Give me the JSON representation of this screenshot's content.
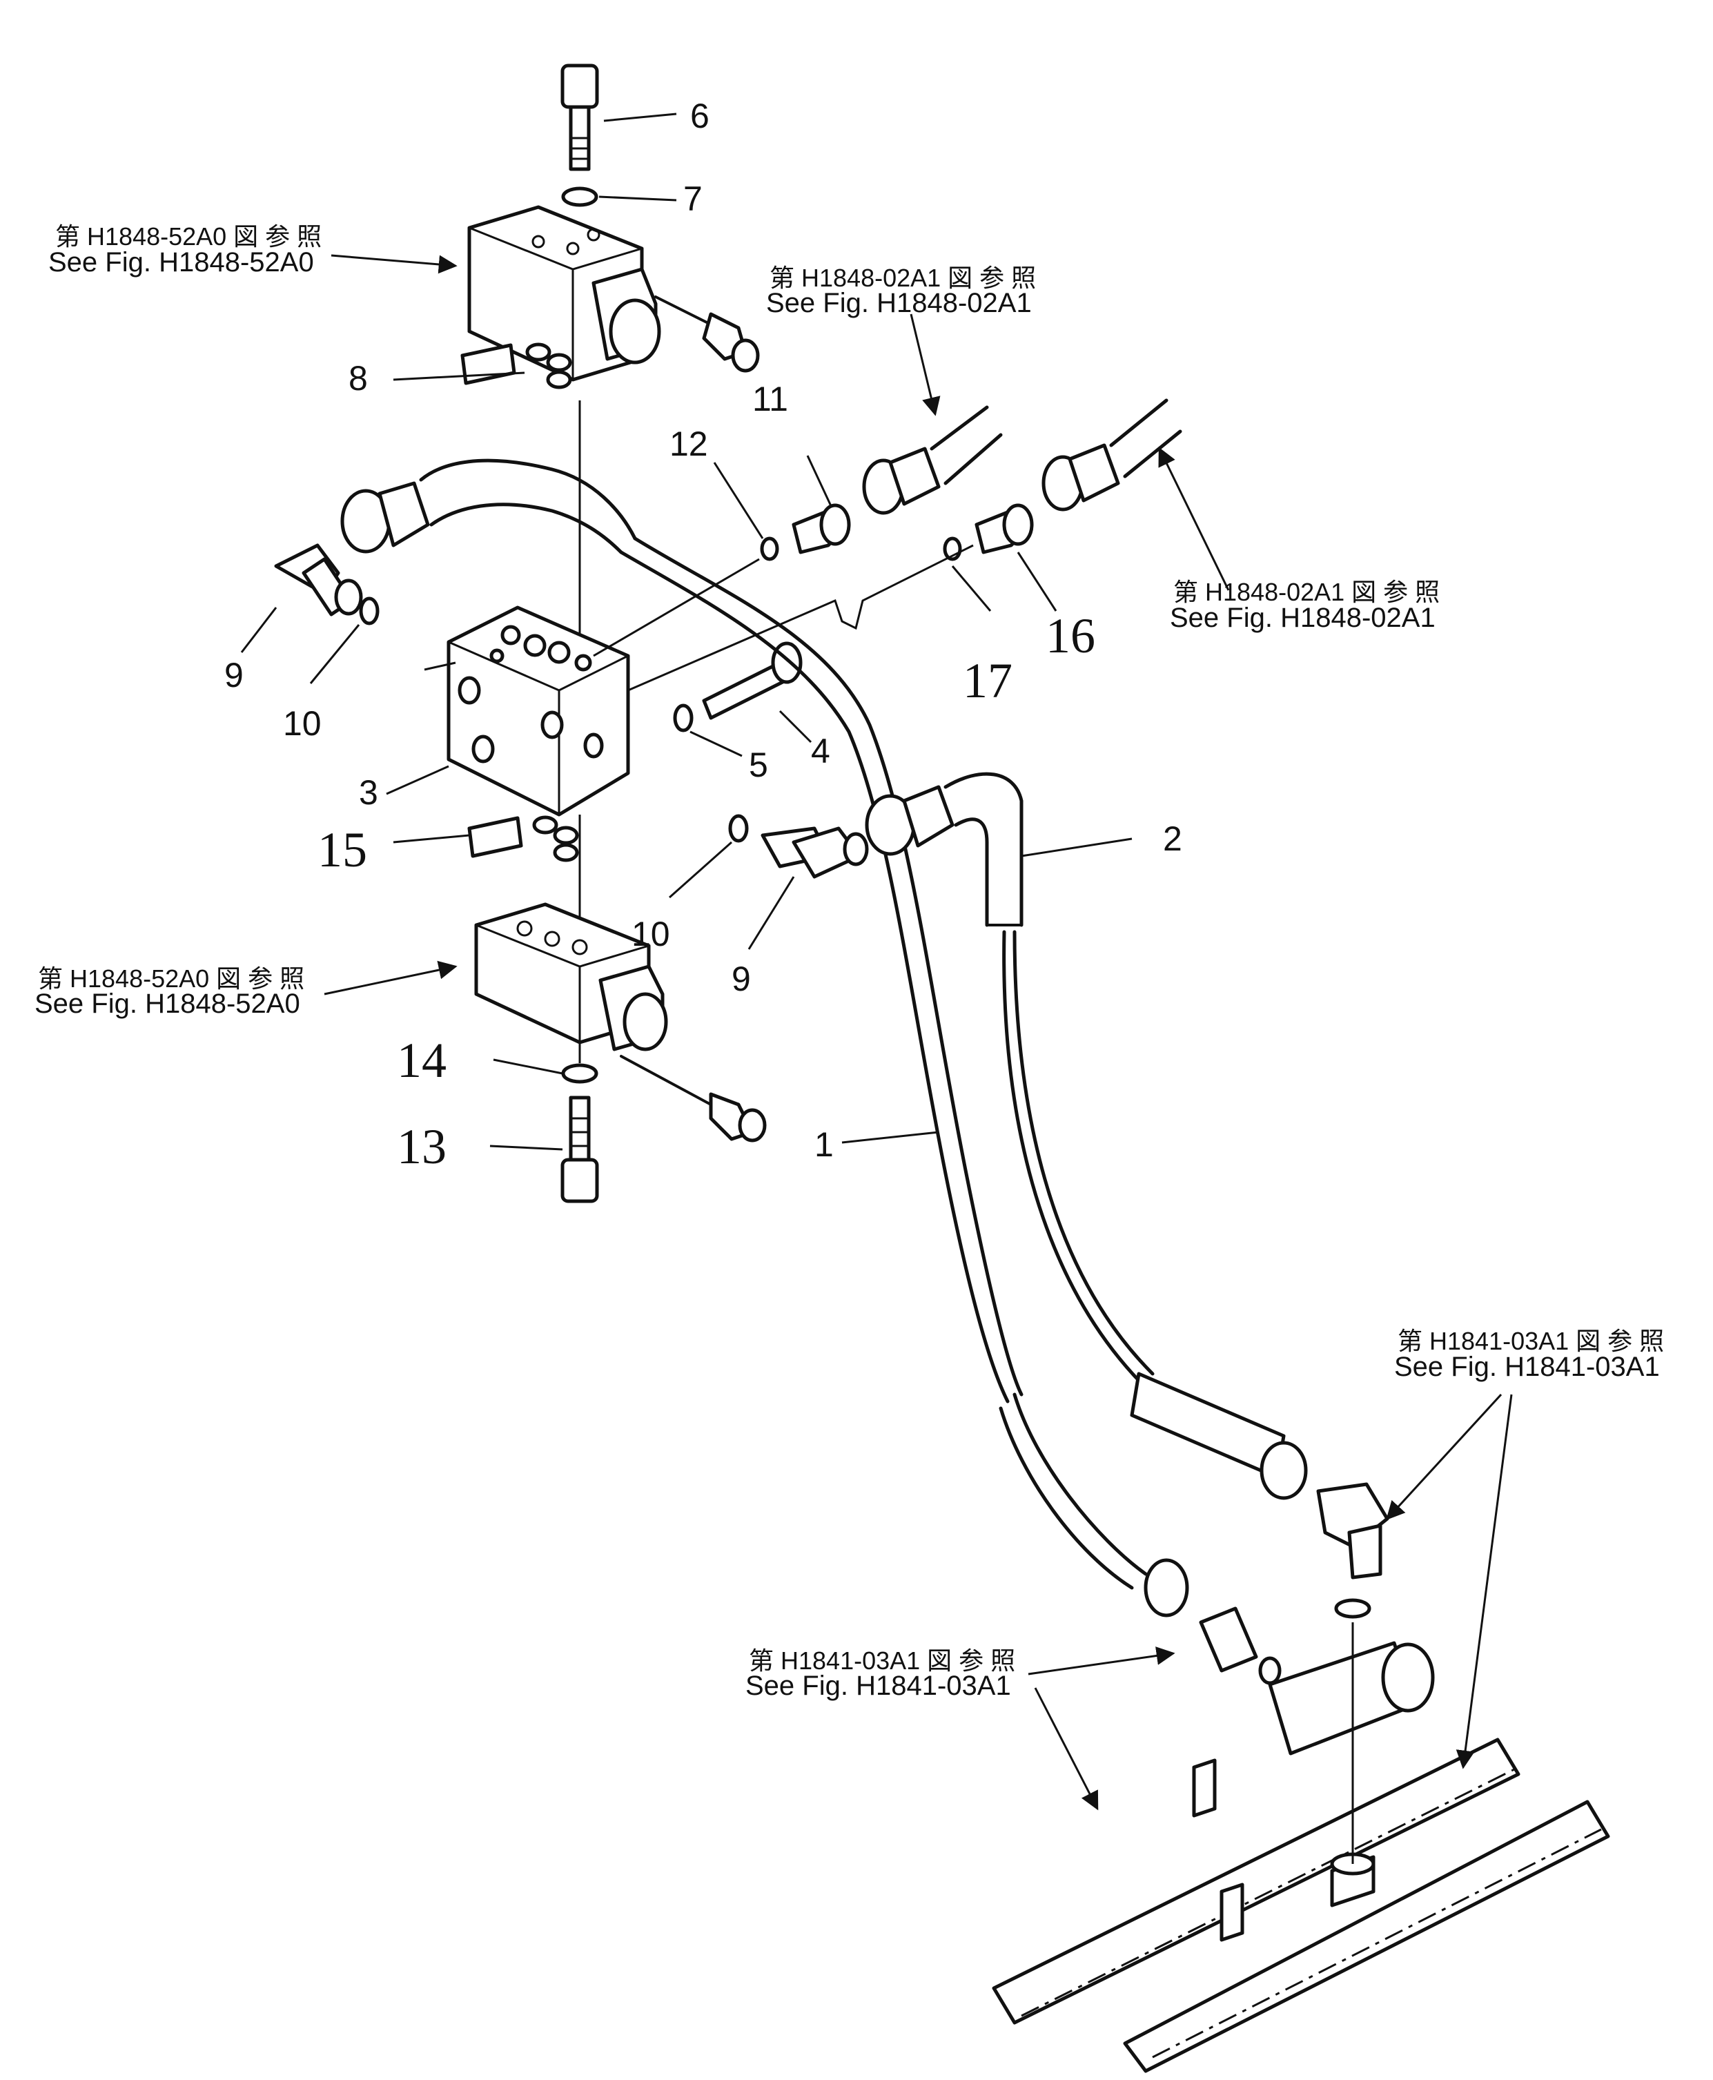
{
  "callouts": {
    "c1": "1",
    "c2": "2",
    "c3": "3",
    "c4": "4",
    "c5": "5",
    "c6": "6",
    "c7": "7",
    "c8": "8",
    "c9a": "9",
    "c9b": "9",
    "c10a": "10",
    "c10b": "10",
    "c11": "11",
    "c12": "12",
    "c13": "13",
    "c14": "14",
    "c15": "15",
    "c16": "16",
    "c17": "17"
  },
  "references": {
    "r1_jp": "第 H1848-52A0 図 参 照",
    "r1_en": "See Fig. H1848-52A0",
    "r2_jp": "第 H1848-02A1 図 参 照",
    "r2_en": "See Fig. H1848-02A1",
    "r3_jp": "第 H1848-02A1 図 参 照",
    "r3_en": "See Fig. H1848-02A1",
    "r4_jp": "第 H1848-52A0 図 参 照",
    "r4_en": "See Fig. H1848-52A0",
    "r5_jp": "第 H1841-03A1 図 参 照",
    "r5_en": "See Fig. H1841-03A1",
    "r6_jp": "第 H1841-03A1 図 参 照",
    "r6_en": "See Fig. H1841-03A1"
  }
}
